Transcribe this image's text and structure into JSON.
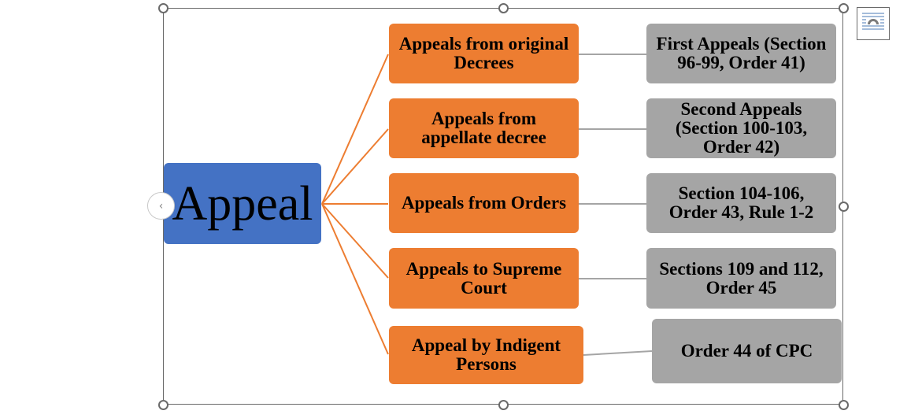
{
  "diagram": {
    "root": {
      "label": "Appeal",
      "color": "#4472c4"
    },
    "branches": [
      {
        "label": "Appeals from original Decrees",
        "detail": "First Appeals (Section 96-99, Order 41)"
      },
      {
        "label": "Appeals from appellate decree",
        "detail": "Second Appeals (Section 100-103, Order 42)"
      },
      {
        "label": "Appeals from Orders",
        "detail": "Section 104-106, Order 43, Rule 1-2"
      },
      {
        "label": "Appeals to Supreme Court",
        "detail": "Sections 109 and 112, Order 45"
      },
      {
        "label": "Appeal by Indigent Persons",
        "detail": "Order 44 of CPC"
      }
    ],
    "colors": {
      "branch": "#ed7d31",
      "detail": "#a5a5a5",
      "connector_root": "#ed7d31",
      "connector_detail": "#a5a5a5"
    }
  },
  "controls": {
    "collapse_icon": "chevron-left-icon",
    "layout_options_icon": "layout-options-icon"
  }
}
